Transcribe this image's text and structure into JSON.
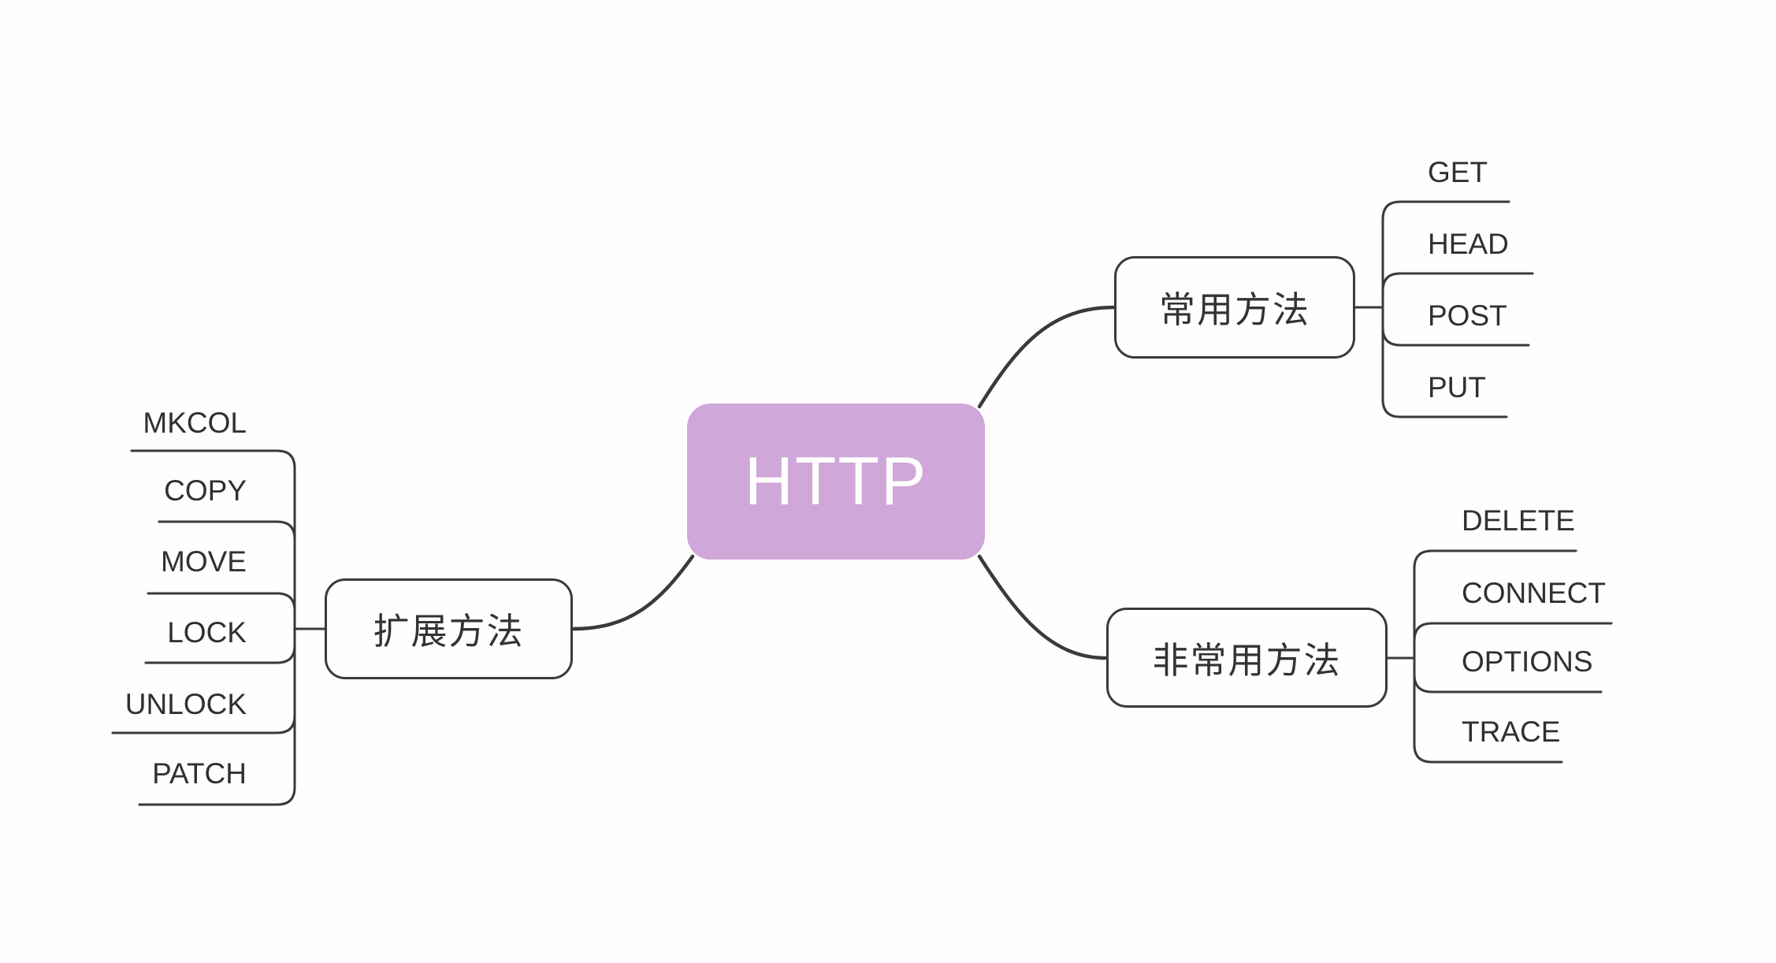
{
  "mindmap": {
    "root": {
      "label": "HTTP"
    },
    "branches": [
      {
        "label": "常用方法",
        "side": "right-top",
        "children": [
          {
            "label": "GET"
          },
          {
            "label": "HEAD"
          },
          {
            "label": "POST"
          },
          {
            "label": "PUT"
          }
        ]
      },
      {
        "label": "非常用方法",
        "side": "right-bottom",
        "children": [
          {
            "label": "DELETE"
          },
          {
            "label": "CONNECT"
          },
          {
            "label": "OPTIONS"
          },
          {
            "label": "TRACE"
          }
        ]
      },
      {
        "label": "扩展方法",
        "side": "left",
        "children": [
          {
            "label": "MKCOL"
          },
          {
            "label": "COPY"
          },
          {
            "label": "MOVE"
          },
          {
            "label": "LOCK"
          },
          {
            "label": "UNLOCK"
          },
          {
            "label": "PATCH"
          }
        ]
      }
    ],
    "colors": {
      "background": "#fffdfe",
      "root_fill": "#cfa7d8",
      "root_text": "#ffffff",
      "line": "#3a3a3a",
      "text": "#333333"
    }
  }
}
